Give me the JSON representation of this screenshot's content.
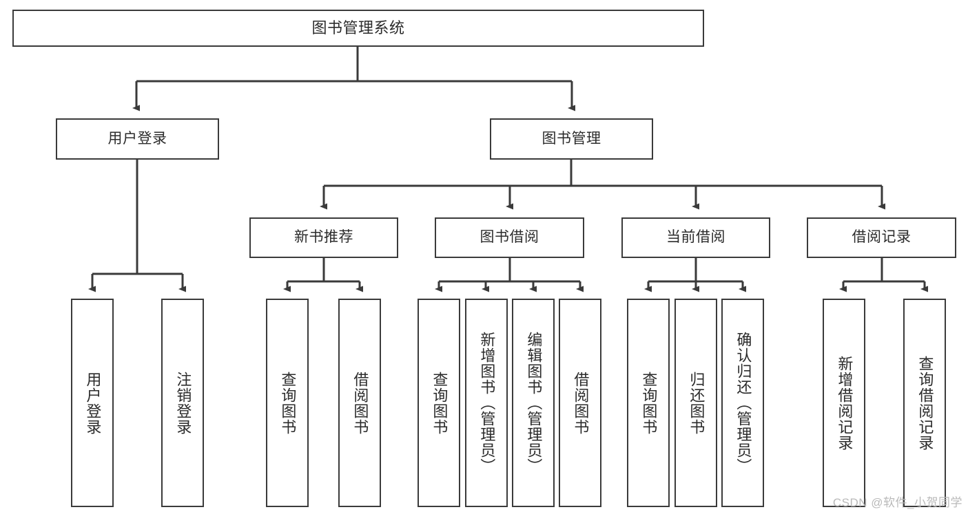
{
  "diagram": {
    "title": "图书管理系统",
    "type": "tree",
    "watermark": "CSDN @软件_小贺同学",
    "colors": {
      "stroke": "#3a3a3a",
      "fill": "#ffffff",
      "text": "#2b2b2b",
      "watermark": "#b9b9b9",
      "background": "#ffffff"
    },
    "root": {
      "label": "图书管理系统"
    },
    "level2": [
      {
        "label": "用户登录"
      },
      {
        "label": "图书管理"
      }
    ],
    "level3": [
      {
        "label": "新书推荐"
      },
      {
        "label": "图书借阅"
      },
      {
        "label": "当前借阅"
      },
      {
        "label": "借阅记录"
      }
    ],
    "leaves": {
      "user_login": [
        {
          "label": "用户登录"
        },
        {
          "label": "注销登录"
        }
      ],
      "new_book_recommend": [
        {
          "label": "查询图书"
        },
        {
          "label": "借阅图书"
        }
      ],
      "book_borrow": [
        {
          "label": "查询图书"
        },
        {
          "label": "新增图书（管理员）"
        },
        {
          "label": "编辑图书（管理员）"
        },
        {
          "label": "借阅图书"
        }
      ],
      "current_borrow": [
        {
          "label": "查询图书"
        },
        {
          "label": "归还图书"
        },
        {
          "label": "确认归还（管理员）"
        }
      ],
      "borrow_record": [
        {
          "label": "新增借阅记录"
        },
        {
          "label": "查询借阅记录"
        }
      ]
    }
  }
}
